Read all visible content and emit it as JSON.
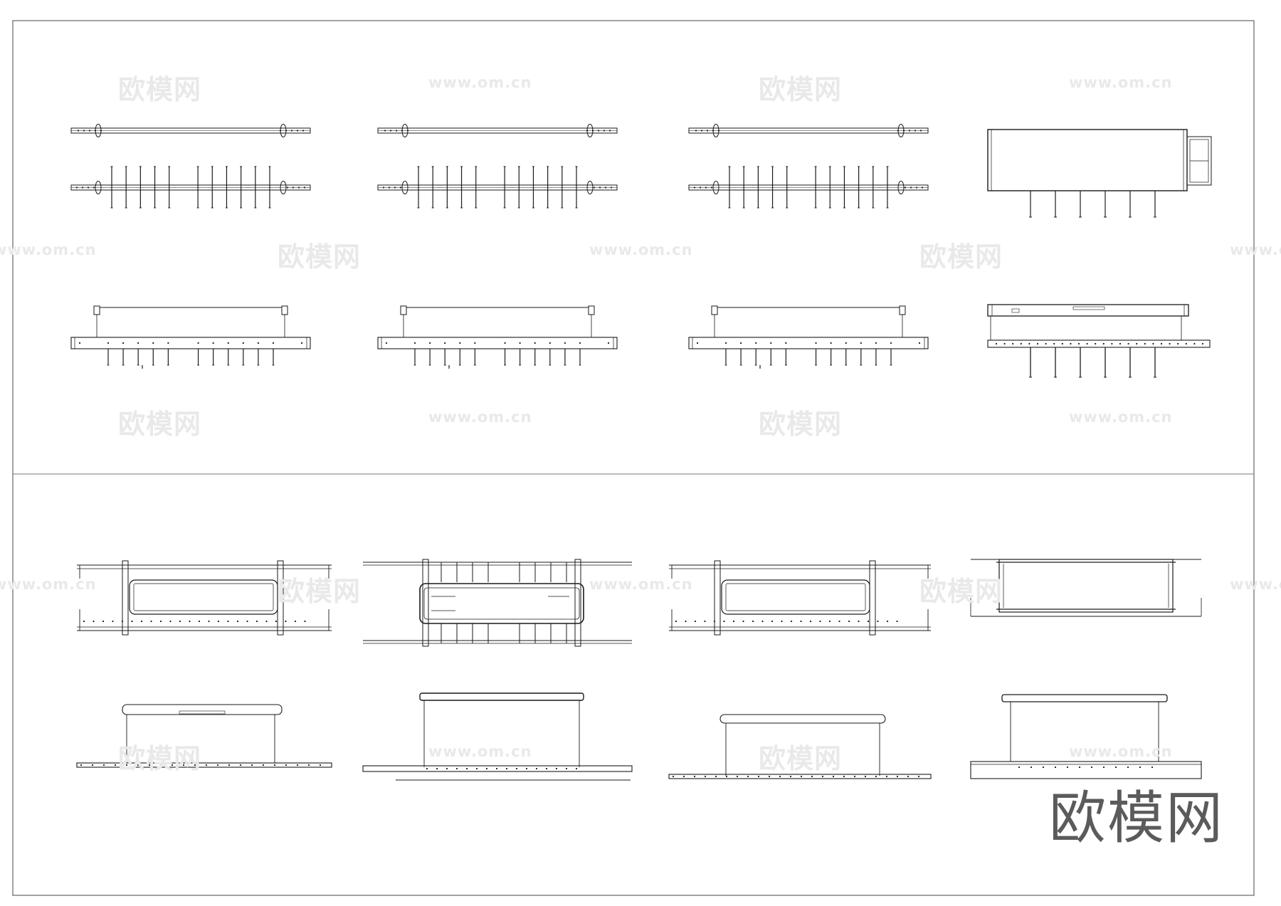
{
  "watermark": {
    "cn_text": "欧模网",
    "url_text": "www.om.cn",
    "color": "#e9e9e9"
  },
  "logo": {
    "text": "欧模网",
    "color": "#5b5b5b"
  },
  "sheet": {
    "line_color": "#1a1a1a",
    "frame_color": "#666666",
    "panels": [
      {
        "name": "top-panel",
        "views": [
          "top-view-1",
          "top-view-2",
          "top-view-3",
          "side-view-box",
          "front-view-1",
          "front-view-2",
          "front-view-3",
          "front-view-4"
        ]
      },
      {
        "name": "bottom-panel",
        "views": [
          "plan-view-1",
          "plan-view-2",
          "plan-view-3",
          "plan-view-4",
          "elevation-1",
          "elevation-2",
          "elevation-3",
          "elevation-4"
        ]
      }
    ]
  }
}
